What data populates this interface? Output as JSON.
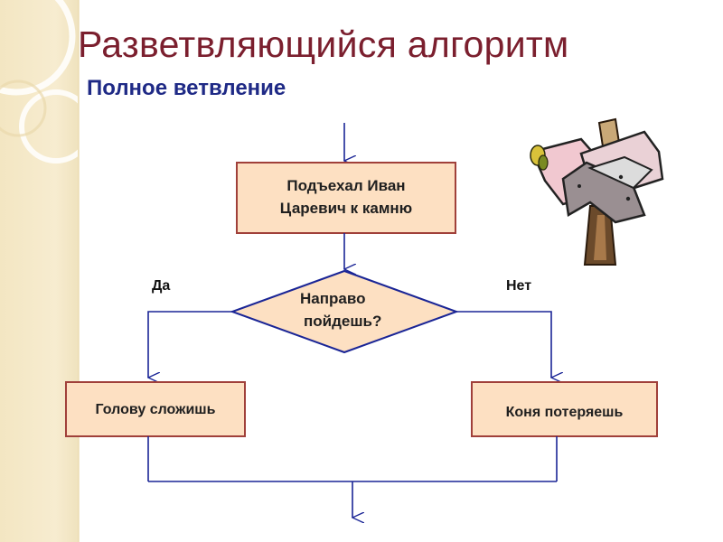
{
  "title": "Разветвляющийся алгоритм",
  "subtitle": "Полное ветвление",
  "flowchart": {
    "start_box": {
      "line1": "Подъехал Иван",
      "line2": "Царевич к камню"
    },
    "decision": {
      "line1": "Направо",
      "line2": "пойдешь?"
    },
    "yes_label": "Да",
    "no_label": "Нет",
    "yes_box": "Голову сложишь",
    "no_box": "Коня потеряешь"
  },
  "colors": {
    "box_fill": "#fde0c2",
    "box_border": "#a0403a",
    "line": "#1a2596",
    "title": "#7b1f2e",
    "subtitle": "#1f2a86",
    "side_band": "#f3e6c2"
  },
  "illustration": "signpost-arrows-clipart"
}
